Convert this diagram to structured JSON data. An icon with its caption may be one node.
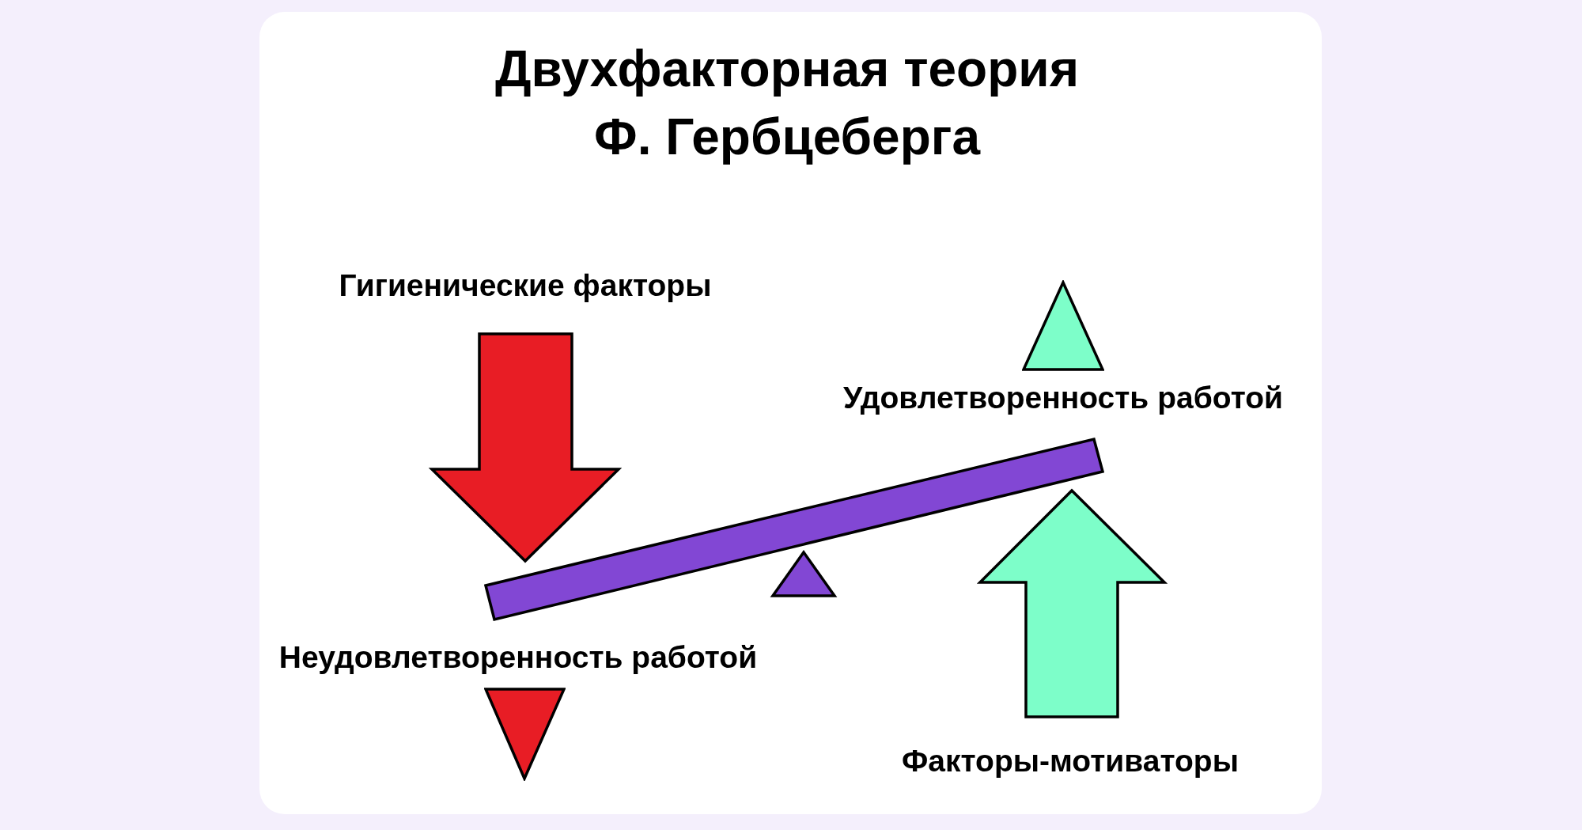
{
  "diagram": {
    "title": "Двухфакторная теория Ф. Гербцеберга",
    "labels": [
      "Гигиенические факторы",
      "Удовлетворенность работой",
      "Неудовлетворенность работой",
      "Факторы-мотиваторы"
    ]
  }
}
